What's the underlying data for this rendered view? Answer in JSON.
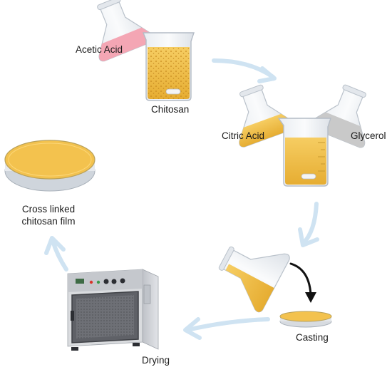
{
  "labels": {
    "acetic_acid": "Acetic Acid",
    "chitosan": "Chitosan",
    "citric_acid": "Citric Acid",
    "glycerol": "Glycerol",
    "film_line1": "Cross linked",
    "film_line2": "chitosan film",
    "casting": "Casting",
    "drying": "Drying"
  },
  "colors": {
    "solution_yellow": "#f2c04d",
    "acid_pink": "#f4a6b4",
    "glycerol_grey": "#c9c9c9",
    "flow_arrow": "#cfe3f2",
    "pour_arrow": "#111111",
    "oven_body": "#cfd1d6"
  }
}
